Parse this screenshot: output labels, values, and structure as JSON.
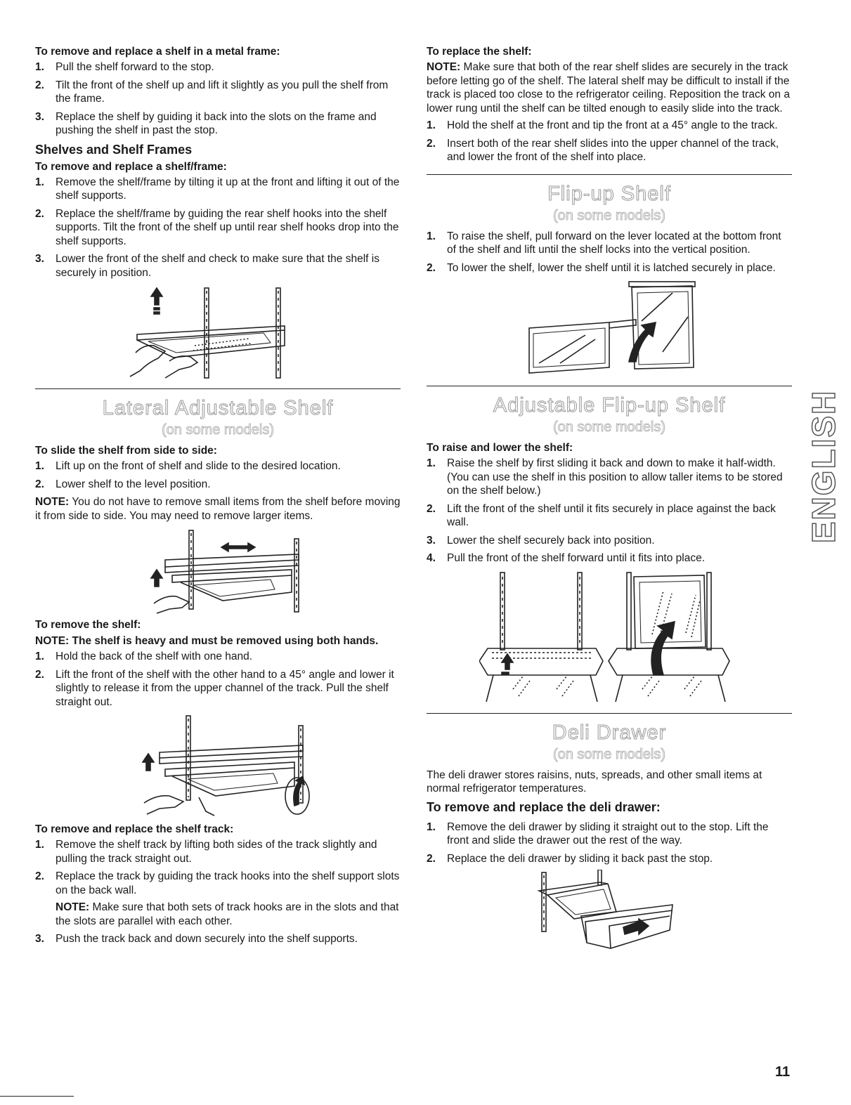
{
  "left": {
    "metal_frame": {
      "heading": "To remove and replace a shelf in a metal frame:",
      "steps": [
        "Pull the shelf forward to the stop.",
        "Tilt the front of the shelf up and lift it slightly as you pull the shelf from the frame.",
        "Replace the shelf by guiding it back into the slots on the frame and pushing the shelf in past the stop."
      ]
    },
    "shelf_frames": {
      "title": "Shelves and Shelf Frames",
      "heading": "To remove and replace a shelf/frame:",
      "steps": [
        "Remove the shelf/frame by tilting it up at the front and lifting it out of the shelf supports.",
        "Replace the shelf/frame by guiding the rear shelf hooks into the shelf supports. Tilt the front of the shelf up until rear shelf hooks drop into the shelf supports.",
        "Lower the front of the shelf and check to make sure that the shelf is securely in position."
      ]
    },
    "lateral": {
      "title": "Lateral Adjustable Shelf",
      "subtitle": "(on some models)",
      "slide_heading": "To slide the shelf from side to side:",
      "slide_steps": [
        "Lift up on the front of shelf and slide to the desired location.",
        "Lower shelf to the level position."
      ],
      "note_label": "NOTE:",
      "note_text": "You do not have to remove small items from the shelf before moving it from side to side. You may need to remove larger items.",
      "remove_heading": "To remove the shelf:",
      "remove_note": "NOTE: The shelf is heavy and must be removed using both hands.",
      "remove_steps": [
        "Hold the back of the shelf with one hand.",
        "Lift the front of the shelf with the other hand to a 45° angle and lower it slightly to release it from the upper channel of the track. Pull the shelf straight out."
      ],
      "track_heading": "To remove and replace the shelf track:",
      "track_steps": [
        "Remove the shelf track by lifting both sides of the track slightly and pulling the track straight out.",
        "Replace the track by guiding the track hooks into the shelf support slots on the back wall.",
        "Push the track back and down securely into the shelf supports."
      ],
      "track_note_label": "NOTE:",
      "track_note_text": "Make sure that both sets of track hooks are in the slots and that the slots are parallel with each other."
    }
  },
  "right": {
    "replace": {
      "heading": "To replace the shelf:",
      "note_label": "NOTE:",
      "note_text": "Make sure that both of the rear shelf slides are securely in the track before letting go of the shelf. The lateral shelf may be difficult to install if the track is placed too close to the refrigerator ceiling. Reposition the track on a lower rung until the shelf can be tilted enough to easily slide into the track.",
      "steps": [
        "Hold the shelf at the front and tip the front at a 45° angle to the track.",
        "Insert both of the rear shelf slides into the upper channel of the track, and lower the front of the shelf into place."
      ]
    },
    "flipup": {
      "title": "Flip-up Shelf",
      "subtitle": "(on some models)",
      "steps": [
        "To raise the shelf, pull forward on the lever located at the bottom front of the shelf and lift until the shelf locks into the vertical position.",
        "To lower the shelf, lower the shelf until it is latched securely in place."
      ]
    },
    "adj_flipup": {
      "title": "Adjustable Flip-up Shelf",
      "subtitle": "(on some models)",
      "heading": "To raise and lower the shelf:",
      "steps": [
        "Raise the shelf by first sliding it back and down to make it half-width. (You can use the shelf in this position to allow taller items to be stored on the shelf below.)",
        "Lift the front of the shelf until it fits securely in place against the back wall.",
        "Lower the shelf securely back into position.",
        "Pull the front of the shelf forward until it fits into place."
      ]
    },
    "deli": {
      "title": "Deli Drawer",
      "subtitle": "(on some models)",
      "intro": "The deli drawer stores raisins, nuts, spreads, and other small items at normal refrigerator temperatures.",
      "heading": "To remove and replace the deli drawer:",
      "steps": [
        "Remove the deli drawer by sliding it straight out to the stop. Lift the front and slide the drawer out the rest of the way.",
        "Replace the deli drawer by sliding it back past the stop."
      ]
    }
  },
  "side_tab": "ENGLISH",
  "page_number": "11",
  "step_numbers": [
    "1.",
    "2.",
    "3.",
    "4."
  ]
}
